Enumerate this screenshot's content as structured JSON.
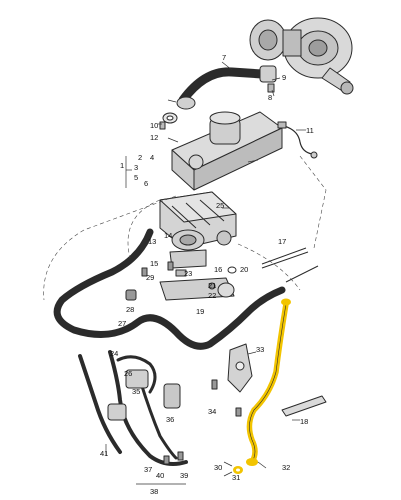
{
  "diagram": {
    "highlight_color": "#f2c400",
    "labels": {
      "l1": "1",
      "l2": "2",
      "l3": "3",
      "l4": "4",
      "l5": "5",
      "l6": "6",
      "l7": "7",
      "l8": "8",
      "l9": "9",
      "l10": "10",
      "l11": "11",
      "l12": "12",
      "l13": "13",
      "l14": "14",
      "l15": "15",
      "l16": "16",
      "l17": "17",
      "l18": "18",
      "l19": "19",
      "l20": "20",
      "l21": "21",
      "l22": "22",
      "l23": "23",
      "l24": "24",
      "l25": "25",
      "l26": "26",
      "l27": "27",
      "l28": "28",
      "l29": "29",
      "l30": "30",
      "l31": "31",
      "l32": "32",
      "l33": "33",
      "l34": "34",
      "l35": "35",
      "l36": "36",
      "l37": "37",
      "l38": "38",
      "l39": "39",
      "l40": "40",
      "l41": "41"
    }
  }
}
